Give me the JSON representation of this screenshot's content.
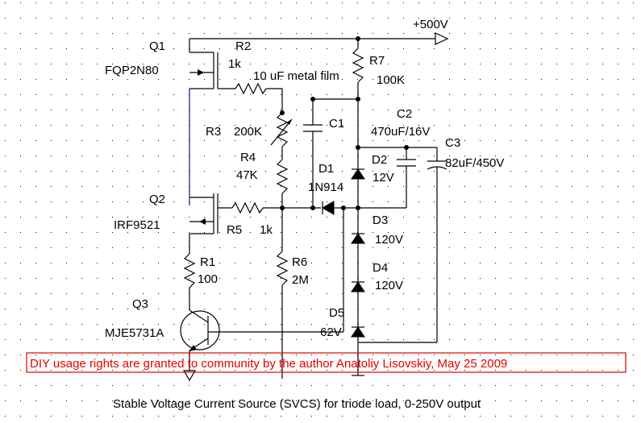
{
  "supply": {
    "label": "+500V"
  },
  "q1": {
    "ref": "Q1",
    "part": "FQP2N80"
  },
  "q2": {
    "ref": "Q2",
    "part": "IRF9521"
  },
  "q3": {
    "ref": "Q3",
    "part": "MJE5731A"
  },
  "r1": {
    "ref": "R1",
    "value": "100"
  },
  "r2": {
    "ref": "R2",
    "value": "1k"
  },
  "r3": {
    "ref": "R3",
    "value": "200K"
  },
  "r4": {
    "ref": "R4",
    "value": "47K"
  },
  "r5": {
    "ref": "R5",
    "value": "1k"
  },
  "r6": {
    "ref": "R6",
    "value": "2M"
  },
  "r7": {
    "ref": "R7",
    "value": "100K"
  },
  "c1": {
    "ref": "C1",
    "note": "10 uF metal film"
  },
  "c2": {
    "ref": "C2",
    "value": "470uF/16V"
  },
  "c3": {
    "ref": "C3",
    "value": "82uF/450V"
  },
  "d1": {
    "ref": "D1",
    "part": "1N914"
  },
  "d2": {
    "ref": "D2",
    "value": "12V"
  },
  "d3": {
    "ref": "D3",
    "value": "120V"
  },
  "d4": {
    "ref": "D4",
    "value": "120V"
  },
  "d5": {
    "ref": "D5",
    "value": "62V"
  },
  "notice": "DIY usage rights are granted to community by the author Anatoliy Lisovskiy, May 25 2009",
  "caption": "Stable Voltage Current Source  (SVCS) for triode load, 0-250V output",
  "colors": {
    "wire": "#000000",
    "gate_wire": "#1a1a8a",
    "notice_border": "#e00000",
    "notice_text": "#e00000",
    "grid_dot": "#000000"
  }
}
